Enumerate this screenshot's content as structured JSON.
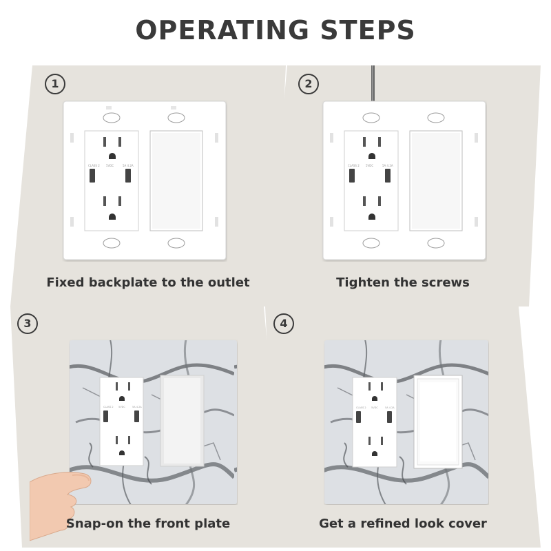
{
  "title": "OPERATING STEPS",
  "colors": {
    "panel_bg": "#e6e3dd",
    "text": "#333333",
    "plate_white": "#ffffff",
    "marble_base": "#d9dce0",
    "marble_vein": "#4a4d52"
  },
  "outlet_labels": {
    "left": "CLASS 2",
    "mid": "5VDC",
    "right": "5A 4.2A"
  },
  "steps": [
    {
      "number": "1",
      "caption": "Fixed backplate to the outlet"
    },
    {
      "number": "2",
      "caption": "Tighten the screws"
    },
    {
      "number": "3",
      "caption": "Snap-on the front plate"
    },
    {
      "number": "4",
      "caption": "Get a refined look cover"
    }
  ]
}
